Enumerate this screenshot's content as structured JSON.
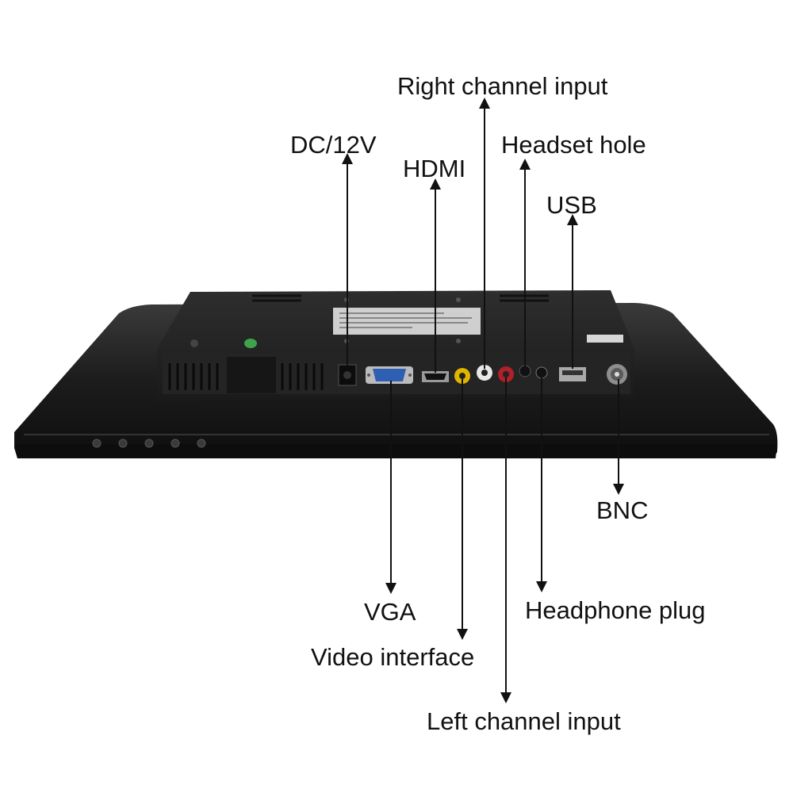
{
  "labels": {
    "right_channel_input": "Right channel input",
    "dc_12v": "DC/12V",
    "headset_hole": "Headset hole",
    "hdmi": "HDMI",
    "usb": "USB",
    "bnc": "BNC",
    "vga": "VGA",
    "headphone_plug": "Headphone plug",
    "video_interface": "Video interface",
    "left_channel_input": "Left channel input"
  },
  "colors": {
    "monitor_body": "#1e1e1e",
    "panel": "#2a2a2a",
    "vga_port": "#2f5fb3",
    "rca_yellow": "#e0b400",
    "rca_white": "#e8e8e8",
    "rca_red": "#b0202a",
    "led_green": "#3fa34d"
  }
}
